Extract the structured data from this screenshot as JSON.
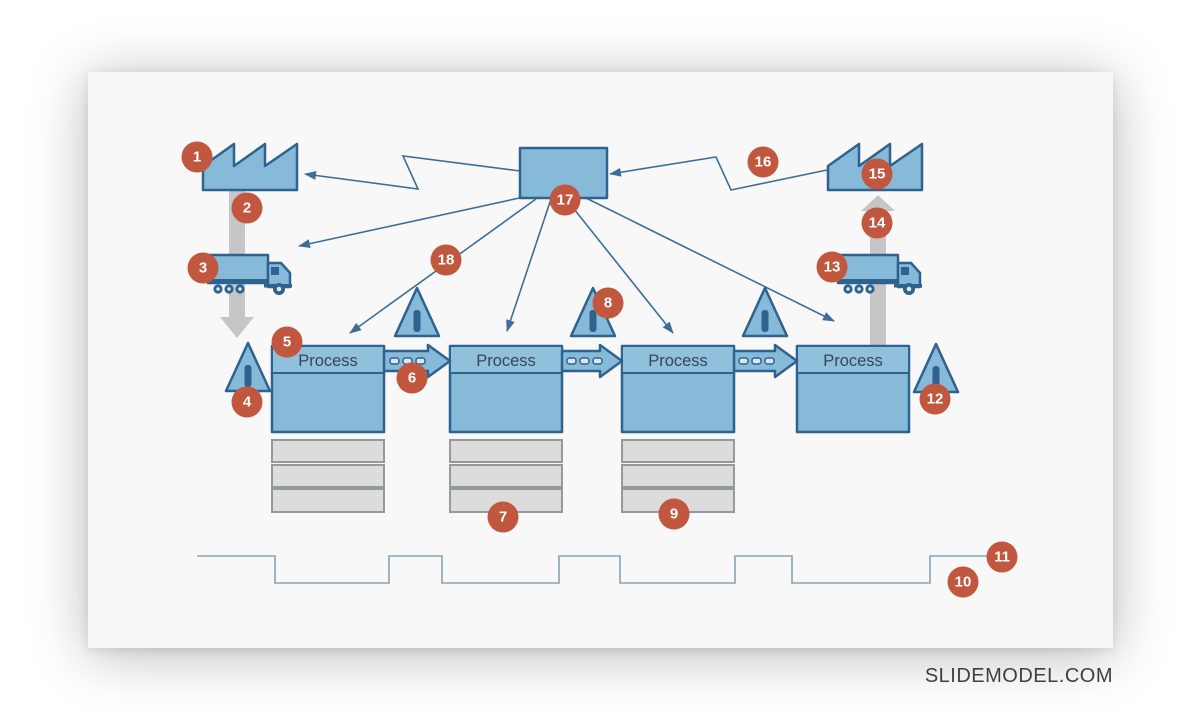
{
  "watermark": {
    "text": "SLIDEMODEL.COM"
  },
  "processes": [
    {
      "label": "Process"
    },
    {
      "label": "Process"
    },
    {
      "label": "Process"
    },
    {
      "label": "Process"
    }
  ],
  "badges": {
    "labels": [
      "1",
      "2",
      "3",
      "4",
      "5",
      "6",
      "7",
      "8",
      "9",
      "10",
      "11",
      "12",
      "13",
      "14",
      "15",
      "16",
      "17",
      "18"
    ]
  },
  "icons": {
    "supplier_factory": "factory-icon",
    "customer_factory": "factory-icon",
    "inbound_truck": "truck-icon",
    "outbound_truck": "truck-icon",
    "inventory": "inventory-triangle-icon",
    "push_arrow": "push-arrow-icon",
    "shipment_arrow": "shipment-arrow-icon",
    "information_arrow": "information-arrow-icon",
    "electronic_information": "zigzag-arrow-icon",
    "timeline": "timeline-ladder-icon",
    "production_control": "control-box-icon"
  },
  "colors": {
    "shape_fill": "#87b9d8",
    "shape_fill_light": "#90c0dc",
    "shape_stroke": "#2d638e",
    "info_arrow": "#3d6e99",
    "badge_bg": "#c1573e",
    "badge_text": "#ffffff",
    "gray_arrow": "#c6c6c6",
    "row_fill": "#dcdcdc",
    "row_stroke": "#939a9e",
    "timeline": "#8ba2b2",
    "process_text": "#35465a",
    "watermark": "#3f3f3f",
    "card_bg": "#f8f8f8"
  }
}
